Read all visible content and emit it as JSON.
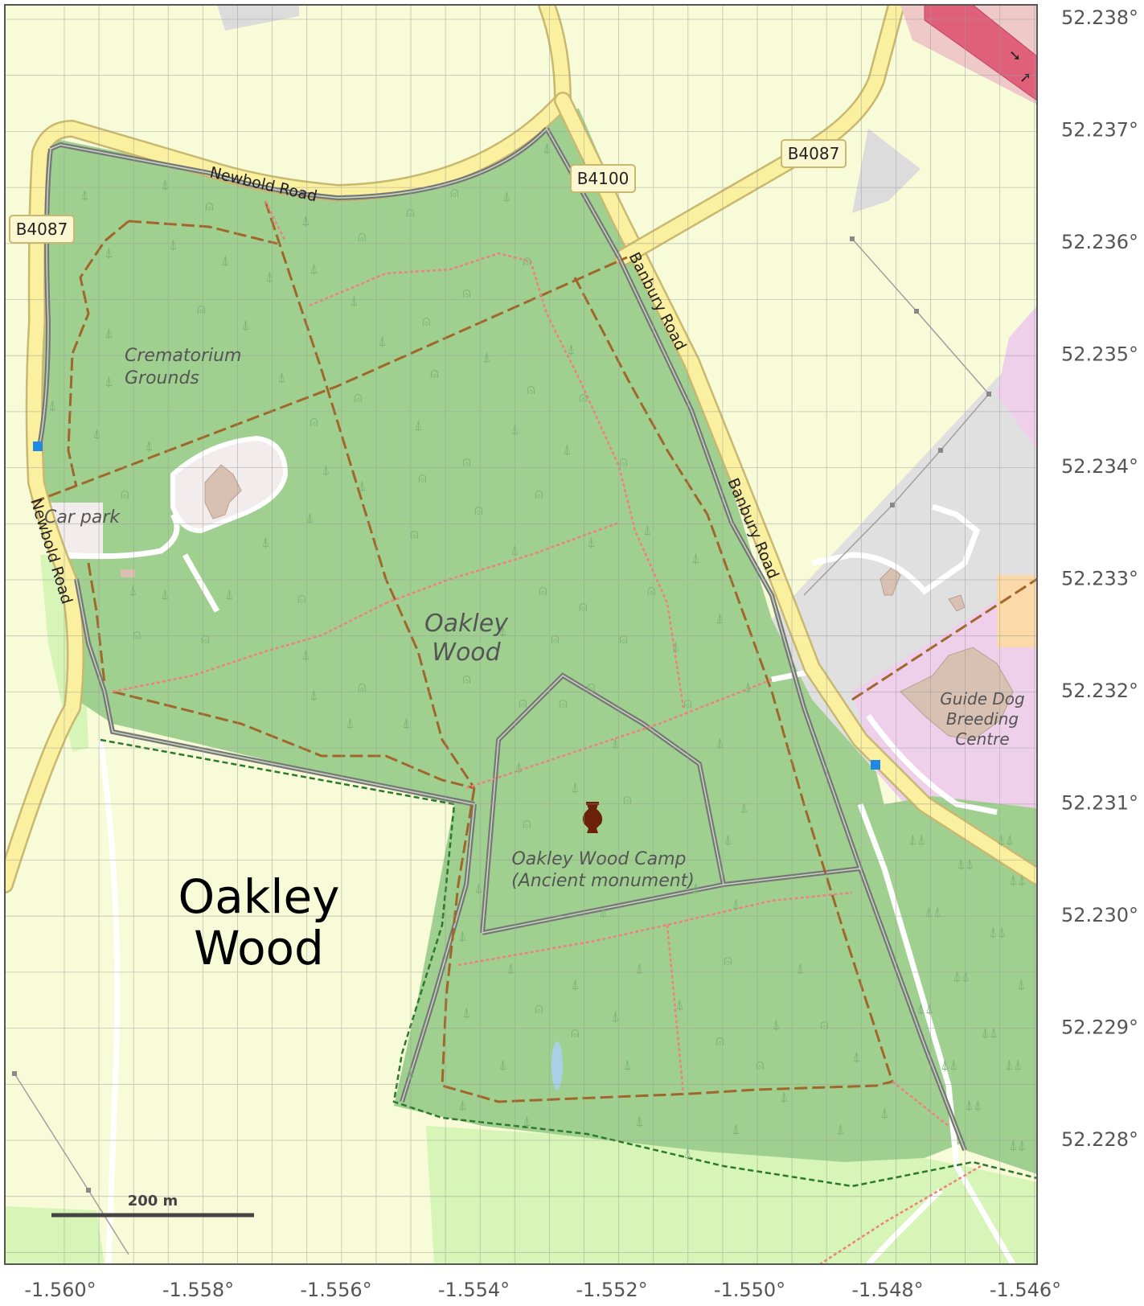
{
  "map": {
    "title": "Oakley Wood",
    "wood_label": "Oakley Wood",
    "crematorium_label": "Crematorium Grounds",
    "car_park_label": "Car park",
    "camp_label": "Oakley Wood Camp",
    "camp_sublabel": "(Ancient monument)",
    "guide_dog_label": "Guide Dog Breeding Centre",
    "roads": {
      "newbold_top": "Newbold Road",
      "newbold_left": "Newbold Road",
      "banbury_upper": "Banbury Road",
      "banbury_lower": "Banbury Road"
    },
    "shields": {
      "b4087_left": "B4087",
      "b4100": "B4100",
      "b4087_right": "B4087"
    },
    "scale_bar": "200 m",
    "icons": [
      "monument-icon",
      "bus-stop-icon",
      "one-way-arrows"
    ],
    "colors": {
      "wood": "#a0d090",
      "farmland": "#f8fbd8",
      "grass": "#d6f5b6",
      "road": "#fbf0a0",
      "motorway": "#e0607a",
      "fence": "#777777",
      "track": "#a0662a",
      "footpath": "#f08080",
      "boundary": "#2a7a2a",
      "institution": "#efd0ea",
      "industrial": "#e0e0e0"
    }
  },
  "axes": {
    "lat_ticks": [
      "52.238°",
      "52.237°",
      "52.236°",
      "52.235°",
      "52.234°",
      "52.233°",
      "52.232°",
      "52.231°",
      "52.230°",
      "52.229°",
      "52.228°"
    ],
    "lon_ticks": [
      "-1.560°",
      "-1.558°",
      "-1.556°",
      "-1.554°",
      "-1.552°",
      "-1.550°",
      "-1.548°",
      "-1.546°"
    ]
  }
}
